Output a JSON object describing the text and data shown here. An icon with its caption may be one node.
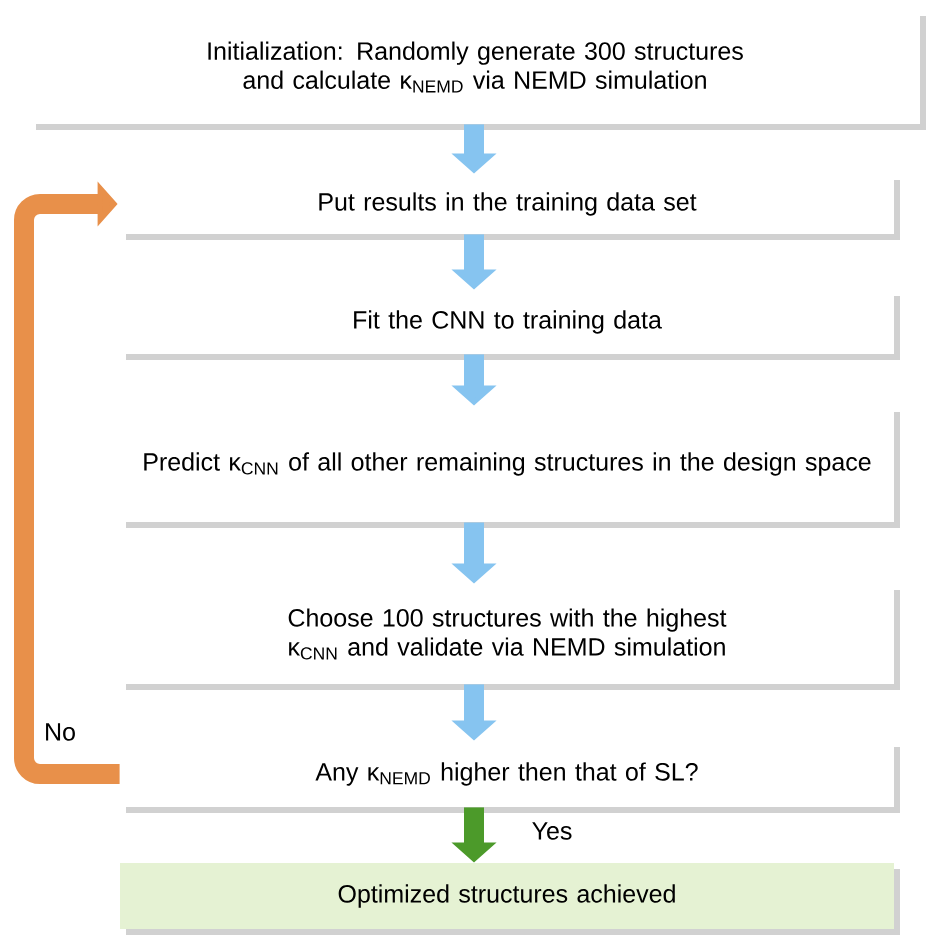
{
  "diagram": {
    "nodes": [
      {
        "text": [
          "Initialization: Randomly generate 300 structures and calculate κ$_{NEMD}$ via NEMD simulation"
        ]
      },
      {
        "text": [
          "Put results in the training data set"
        ]
      },
      {
        "text": [
          "Fit the CNN to training data"
        ]
      },
      {
        "text": [
          "Predict κ$_{CNN}$ of all other remaining structures in the design space"
        ]
      },
      {
        "text": [
          "Choose 100 structures with the highest κ$_{CNN}$ and validate via NEMD simulation"
        ]
      },
      {
        "text": [
          "Any κ$_{NEMD}$ higher then that of SL?"
        ]
      },
      {
        "text": [
          "Optimized structures achieved"
        ]
      }
    ],
    "edges": [
      {
        "from": 0,
        "to": 1,
        "arrow": "to"
      },
      {
        "from": 1,
        "to": 2,
        "arrow": "to"
      },
      {
        "from": 2,
        "to": 3,
        "arrow": "to"
      },
      {
        "from": 3,
        "to": 4,
        "arrow": "to"
      },
      {
        "from": 4,
        "to": 5,
        "arrow": "to"
      },
      {
        "from": 5,
        "to": 6,
        "arrow": "to",
        "label": "Yes",
        "color": "#4c9a2a"
      },
      {
        "from": 5,
        "to": 1,
        "arrow": "to",
        "label": "No",
        "color": "#e8904a"
      }
    ]
  }
}
